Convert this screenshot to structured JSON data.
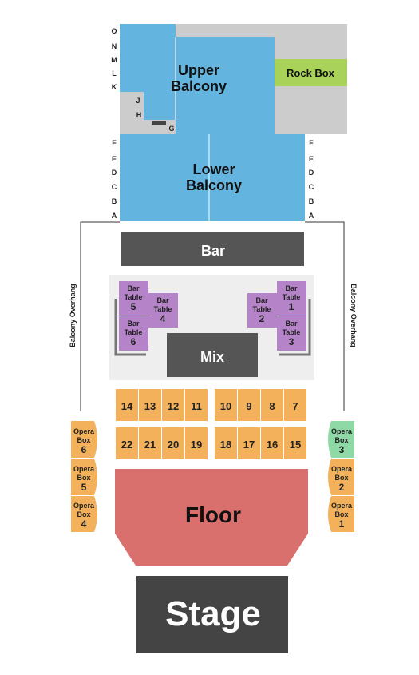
{
  "sections": {
    "upper_balcony": [
      "Upper",
      "Balcony"
    ],
    "rock_box": "Rock Box",
    "lower_balcony": [
      "Lower",
      "Balcony"
    ],
    "bar": "Bar",
    "mix": "Mix",
    "floor": "Floor",
    "stage": "Stage",
    "balcony_overhang": "Balcony Overhang"
  },
  "upper_rows_left": [
    "O",
    "N",
    "M",
    "L",
    "K"
  ],
  "upper_inner_rows": [
    "J",
    "H",
    "G"
  ],
  "lower_rows": [
    "F",
    "E",
    "D",
    "C",
    "B",
    "A"
  ],
  "bar_tables": [
    {
      "lines": [
        "Bar",
        "Table",
        "5"
      ]
    },
    {
      "lines": [
        "Bar",
        "Table",
        "4"
      ]
    },
    {
      "lines": [
        "Bar",
        "Table",
        "6"
      ]
    },
    {
      "lines": [
        "Bar",
        "Table",
        "2"
      ]
    },
    {
      "lines": [
        "Bar",
        "Table",
        "1"
      ]
    },
    {
      "lines": [
        "Bar",
        "Table",
        "3"
      ]
    }
  ],
  "tables_row1": [
    "14",
    "13",
    "12",
    "11",
    "10",
    "9",
    "8",
    "7"
  ],
  "tables_row2": [
    "22",
    "21",
    "20",
    "19",
    "18",
    "17",
    "16",
    "15"
  ],
  "opera_boxes_left": [
    {
      "lines": [
        "Opera",
        "Box",
        "6"
      ]
    },
    {
      "lines": [
        "Opera",
        "Box",
        "5"
      ]
    },
    {
      "lines": [
        "Opera",
        "Box",
        "4"
      ]
    }
  ],
  "opera_boxes_right": [
    {
      "lines": [
        "Opera",
        "Box",
        "3"
      ]
    },
    {
      "lines": [
        "Opera",
        "Box",
        "2"
      ]
    },
    {
      "lines": [
        "Opera",
        "Box",
        "1"
      ]
    }
  ],
  "colors": {
    "balcony": "#63b5df",
    "gray_area": "#cccccc",
    "rock_box": "#a9d25a",
    "dark": "#555555",
    "stage": "#444444",
    "bar_table": "#b483c8",
    "table": "#f2b15a",
    "opera_box": "#f2b15a",
    "opera_box_3": "#8fd9a6",
    "floor": "#d9706d",
    "bar_area": "#eeeeee"
  }
}
